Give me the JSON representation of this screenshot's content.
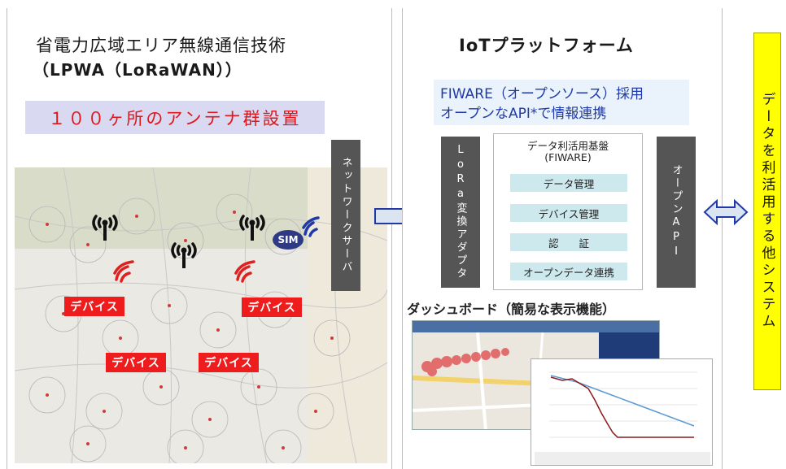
{
  "left_panel": {
    "title_line1": "省電力広域エリア無線通信技術",
    "title_line2": "（LPWA（LoRaWAN））",
    "banner": "１００ヶ所のアンテナ群設置",
    "sim_label": "SIM",
    "devices": [
      "デバイス",
      "デバイス",
      "デバイス",
      "デバイス"
    ]
  },
  "network_server": "ネットワークサーバ",
  "iot_panel": {
    "title": "IoTプラットフォーム",
    "fiware_line1": "FIWARE（オープンソース）採用",
    "fiware_line2": "オープンなAPI*で情報連携",
    "lora_adapter": "LoRa変換アダプタ",
    "open_api": "オープンAPI",
    "platform_title_line1": "データ利活用基盤",
    "platform_title_line2": "(FIWARE)",
    "modules": [
      "データ管理",
      "デバイス管理",
      "認　　証",
      "オープンデータ連携"
    ],
    "dashboard_title": "ダッシュボード（簡易な表示機能）"
  },
  "right_label": "データを利活用する他システム",
  "colors": {
    "banner_bg": "#d9d9f2",
    "banner_text": "#e0161b",
    "device_bg": "#ee1c1c",
    "dark_box": "#555555",
    "module_bg": "#cde9ee",
    "yellow": "#ffff00",
    "arrow_fill": "#dbe5f1",
    "arrow_stroke": "#1f3aa8"
  }
}
